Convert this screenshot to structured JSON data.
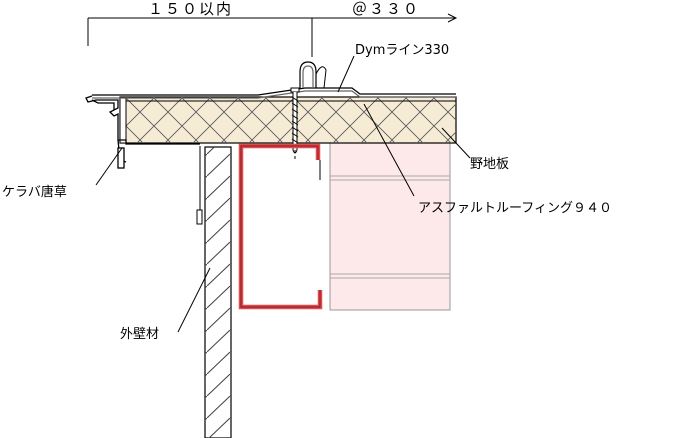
{
  "dimensions": {
    "width_label": "１５０以内",
    "pitch_label": "＠３３０"
  },
  "labels": {
    "panel": "Dymライン330",
    "edge_trim": "ケラバ唐草",
    "sheathing": "野地板",
    "underlayment": "アスファルトルーフィング９４０",
    "wall": "外壁材"
  },
  "colors": {
    "insulation_fill": "#f6ecd6",
    "rafter_fill": "#fde8ea",
    "channel_stroke": "#e34b4f",
    "line": "#000000"
  }
}
